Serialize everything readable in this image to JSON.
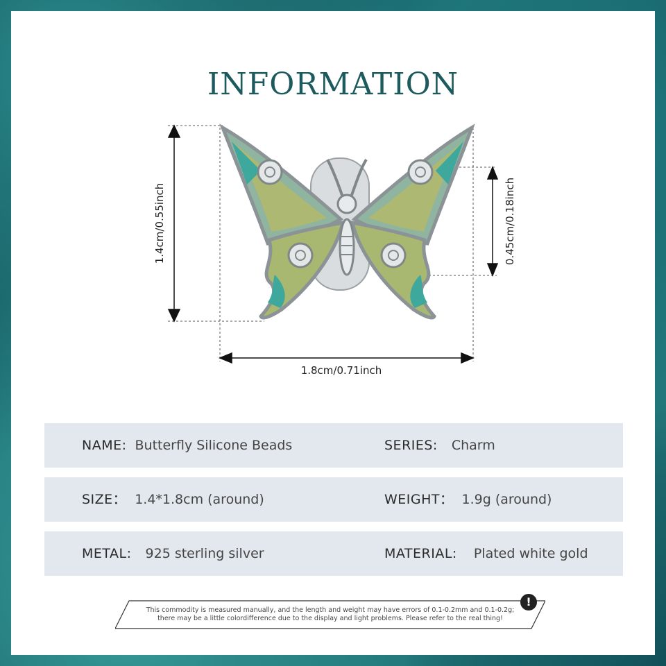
{
  "title": "INFORMATION",
  "dimensions": {
    "height": "1.4cm/0.55inch",
    "width": "1.8cm/0.71inch",
    "depth": "0.45cm/0.18inch"
  },
  "product_image": {
    "icon": "butterfly-charm-image",
    "enamel_colors": [
      "#3fa89c",
      "#a9b35a",
      "#cfd7d8"
    ]
  },
  "rows": [
    {
      "left_label": "NAME:",
      "left_value": "Butterfly Silicone Beads",
      "right_label": "SERIES:",
      "right_value": "Charm"
    },
    {
      "left_label": "SIZE：",
      "left_value": "1.4*1.8cm (around)",
      "right_label": "WEIGHT：",
      "right_value": "1.9g (around)"
    },
    {
      "left_label": "METAL:",
      "left_value": "925 sterling silver",
      "right_label": "MATERIAL:",
      "right_value": "Plated white gold"
    }
  ],
  "notice": {
    "line1": "This commodity is measured manually, and the length and weight may have errors of 0.1-0.2mm and 0.1-0.2g;",
    "line2": "there may be a little colordifference due to the display and light problems. Please refer to the real thing!",
    "icon": "exclamation-icon",
    "icon_glyph": "!"
  },
  "colors": {
    "title": "#1c5a5e",
    "row_bg": "#e3e8ee",
    "frame": "#1d7074"
  }
}
